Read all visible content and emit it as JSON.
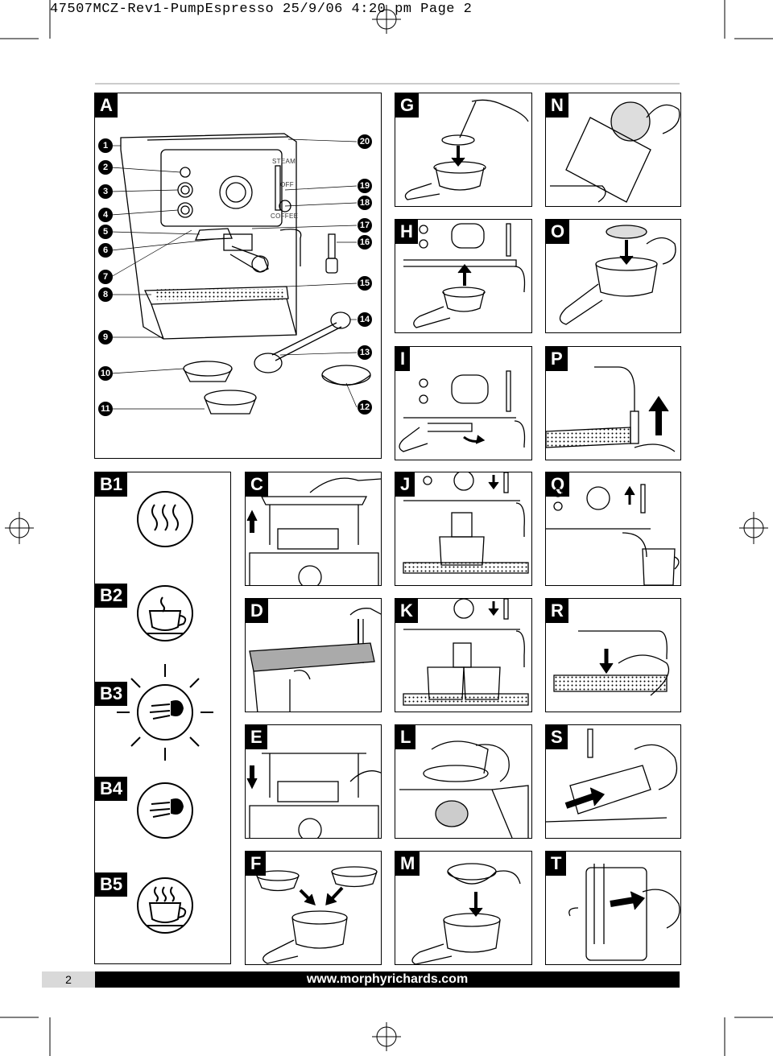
{
  "header": {
    "text": "47507MCZ-Rev1-PumpEspresso  25/9/06  4:20 pm  Page 2"
  },
  "panels": {
    "A": "A",
    "G": "G",
    "N": "N",
    "H": "H",
    "O": "O",
    "I": "I",
    "P": "P",
    "C": "C",
    "J": "J",
    "Q": "Q",
    "D": "D",
    "K": "K",
    "R": "R",
    "E": "E",
    "L": "L",
    "S": "S",
    "F": "F",
    "M": "M",
    "T": "T"
  },
  "b_labels": [
    "B1",
    "B2",
    "B3",
    "B4",
    "B5"
  ],
  "machine_labels": {
    "steam": "STEAM",
    "off": "OFF",
    "coffee": "COFFEE"
  },
  "callouts": [
    "1",
    "2",
    "3",
    "4",
    "5",
    "6",
    "7",
    "8",
    "9",
    "10",
    "11",
    "12",
    "13",
    "14",
    "15",
    "16",
    "17",
    "18",
    "19",
    "20"
  ],
  "footer": {
    "page_number": "2",
    "url": "www.morphyrichards.com"
  },
  "icons": [
    "steam-icon",
    "coffee-cup-icon",
    "steam-burst-icon",
    "steam-jet-icon",
    "hot-cup-icon"
  ]
}
